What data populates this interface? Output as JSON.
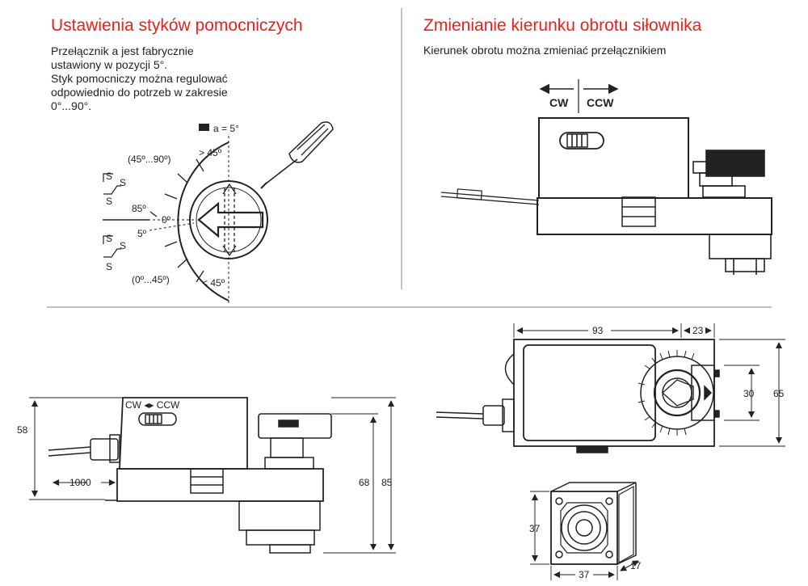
{
  "left_panel": {
    "title": "Ustawienia styków pomocniczych",
    "desc_lines": [
      "Przełącznik a jest fabrycznie",
      "ustawiony w pozycji 5°.",
      "Styk pomocniczy można regulować",
      "odpowiednio do potrzeb w zakresie",
      "0°...90°."
    ],
    "labels": {
      "a5": "a = 5°",
      "range_high": "(45º...90º)",
      "gt45": "> 45º",
      "deg85": "85º",
      "deg0": "0º",
      "deg5": "5º",
      "range_low": "(0º...45º)",
      "lt45": "< 45º",
      "s": "S"
    }
  },
  "right_panel": {
    "title": "Zmienianie kierunku obrotu siłownika",
    "desc": "Kierunek obrotu można zmieniać przełącznikiem",
    "cw": "CW",
    "ccw": "CCW"
  },
  "side_view": {
    "switch_label": "CW ◂▸ CCW",
    "dim_58": "58",
    "dim_1000": "1000",
    "dim_68": "68",
    "dim_85": "85"
  },
  "top_view": {
    "dim_93": "93",
    "dim_23": "23",
    "dim_30": "30",
    "dim_65": "65"
  },
  "adapter_view": {
    "dim_37_v": "37",
    "dim_37_h": "37",
    "dim_17": "17"
  }
}
